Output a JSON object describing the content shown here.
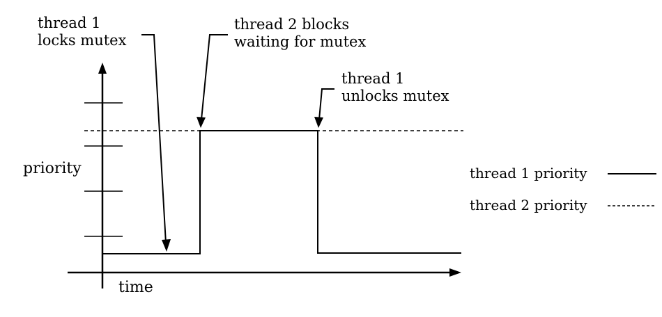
{
  "axes": {
    "y_label": "priority",
    "x_label": "time"
  },
  "annotations": {
    "lock": [
      "thread 1",
      "locks mutex"
    ],
    "block": [
      "thread 2 blocks",
      "waiting for mutex"
    ],
    "unlock": [
      "thread 1",
      "unlocks mutex"
    ]
  },
  "legend": {
    "thread1": "thread 1 priority",
    "thread2": "thread 2 priority"
  }
}
